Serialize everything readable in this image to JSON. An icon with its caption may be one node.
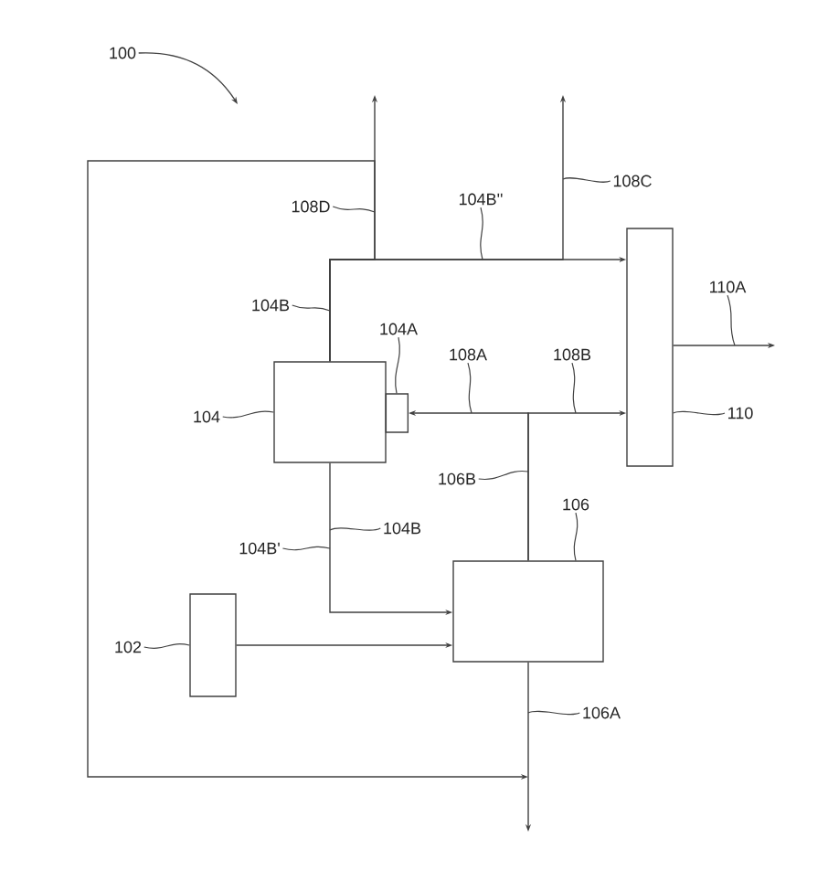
{
  "diagram": {
    "nodes": [
      {
        "text": [],
        "shape": "box"
      },
      {
        "text": [],
        "shape": "cylinder"
      },
      {
        "text": [],
        "shape": "box"
      },
      {
        "text": [],
        "shape": "box"
      },
      {
        "text": [],
        "shape": "box"
      },
      {
        "text": [
          "100"
        ]
      },
      {
        "text": [
          "108D"
        ]
      },
      {
        "text": [
          "104B''"
        ]
      },
      {
        "text": [
          "108C"
        ]
      },
      {
        "text": [
          "104B"
        ]
      },
      {
        "text": [
          "110A"
        ]
      },
      {
        "text": [
          "104A"
        ]
      },
      {
        "text": [
          "108A"
        ]
      },
      {
        "text": [
          "108B"
        ]
      },
      {
        "text": [
          "104"
        ]
      },
      {
        "text": [
          "110"
        ]
      },
      {
        "text": [
          "106B"
        ]
      },
      {
        "text": [
          "106"
        ]
      },
      {
        "text": [
          "104B"
        ]
      },
      {
        "text": [
          "104B'"
        ]
      },
      {
        "text": [
          "102"
        ]
      },
      {
        "text": [
          "106A"
        ]
      }
    ],
    "edges": [
      {
        "from": 0,
        "to": 2,
        "arrow": "to"
      },
      {
        "from": 0,
        "to": null,
        "arrow": "to"
      },
      {
        "from": 0,
        "to": null,
        "arrow": "to"
      },
      {
        "from": 0,
        "to": null,
        "arrow": "to"
      },
      {
        "from": 3,
        "to": 1,
        "arrow": "to"
      },
      {
        "from": 3,
        "to": 2,
        "arrow": "to"
      },
      {
        "from": 0,
        "to": 3,
        "arrow": "to"
      },
      {
        "from": 4,
        "to": 3,
        "arrow": "to"
      },
      {
        "from": 2,
        "to": null,
        "arrow": "to"
      },
      {
        "from": 3,
        "to": null,
        "arrow": "to"
      },
      {
        "from": 5,
        "to": null,
        "arrow": "to"
      },
      {
        "from": 6,
        "to": null,
        "arrow": "none"
      },
      {
        "from": 7,
        "to": null,
        "arrow": "none"
      },
      {
        "from": 8,
        "to": null,
        "arrow": "none"
      },
      {
        "from": 9,
        "to": null,
        "arrow": "none"
      },
      {
        "from": 10,
        "to": null,
        "arrow": "none"
      },
      {
        "from": 11,
        "to": 1,
        "arrow": "none"
      },
      {
        "from": 12,
        "to": null,
        "arrow": "none"
      },
      {
        "from": 13,
        "to": null,
        "arrow": "none"
      },
      {
        "from": 14,
        "to": 0,
        "arrow": "none"
      },
      {
        "from": 15,
        "to": 2,
        "arrow": "none"
      },
      {
        "from": 16,
        "to": null,
        "arrow": "none"
      },
      {
        "from": 17,
        "to": 3,
        "arrow": "none"
      },
      {
        "from": 18,
        "to": null,
        "arrow": "none"
      },
      {
        "from": 19,
        "to": null,
        "arrow": "none"
      },
      {
        "from": 20,
        "to": 4,
        "arrow": "none"
      },
      {
        "from": 21,
        "to": null,
        "arrow": "none"
      }
    ]
  }
}
